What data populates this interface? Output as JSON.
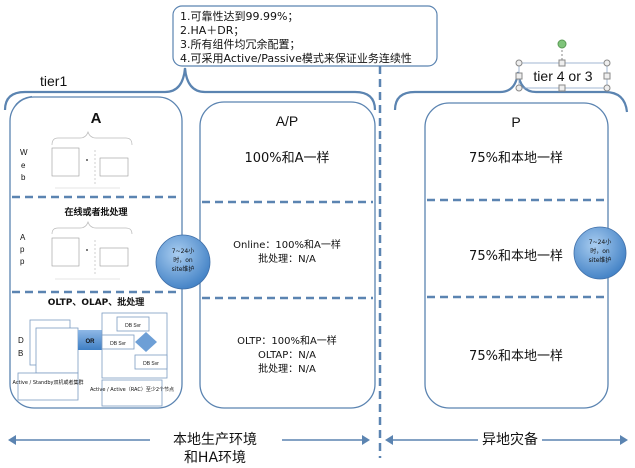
{
  "callout": {
    "lines": [
      "1.可靠性达到99.99%；",
      "2.HA＋DR；",
      "3.所有组件均冗余配置；",
      "4.可采用Active/Passive模式来保证业务连续性"
    ]
  },
  "tier_left": "tier1",
  "tier_right": "tier 4 or 3",
  "columns": {
    "a": {
      "title": "A",
      "layers": [
        {
          "label": [
            "W",
            "e",
            "b"
          ]
        },
        {
          "heading": "在线或者批处理",
          "label": [
            "A",
            "p",
            "p"
          ]
        },
        {
          "heading": "OLTP、OLAP、批处理",
          "label": [
            "D",
            "B"
          ]
        }
      ],
      "db": {
        "or_label": "OR",
        "server_label": "DB Svr",
        "left_note": "Active / Standby双机或者集群",
        "right_note": "Active / Active（RAC）至少2个节点"
      }
    },
    "ap": {
      "title": "A/P",
      "rows": [
        [
          "100%和A一样"
        ],
        [
          "Online：100%和A一样",
          "批处理：N/A"
        ],
        [
          "OLTP：100%和A一样",
          "OLTAP：N/A",
          "批处理：N/A"
        ]
      ]
    },
    "p": {
      "title": "P",
      "rows": [
        "75%和本地一样",
        "75%和本地一样",
        "75%和本地一样"
      ]
    }
  },
  "support_badge": [
    "7~24小",
    "时，on",
    "site维护"
  ],
  "bottom": {
    "left_line1": "本地生产环境",
    "left_line2": "和HA环境",
    "right": "异地灾备"
  },
  "colors": {
    "accent": "#5b84b1",
    "badge": "#4a86c8"
  }
}
